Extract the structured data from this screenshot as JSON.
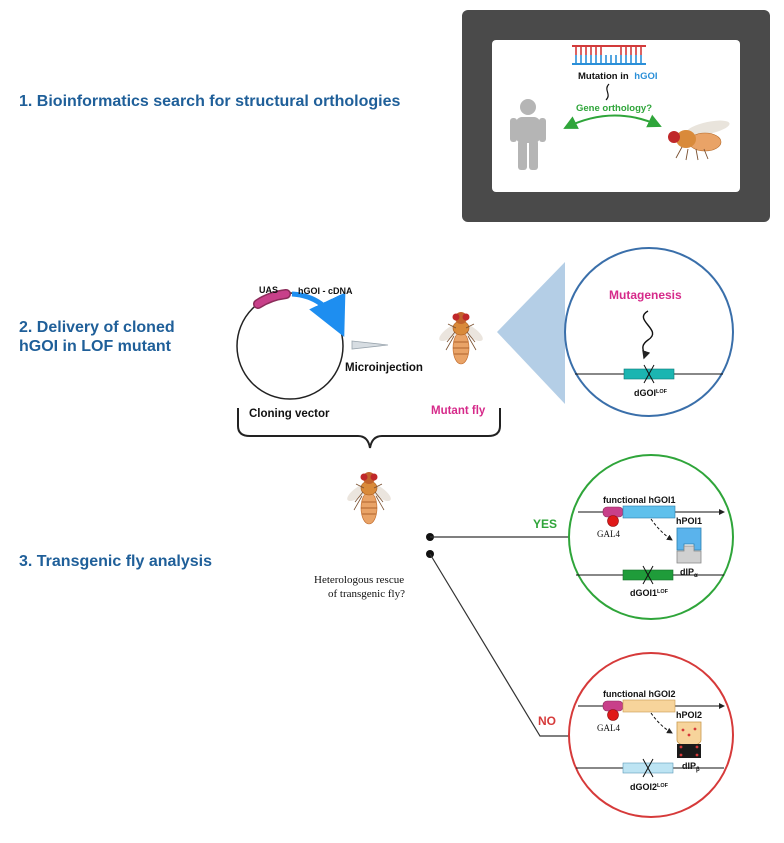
{
  "steps": {
    "s1": "1. Bioinformatics search for structural orthologies",
    "s2_line1": "2. Delivery of cloned",
    "s2_line2": "hGOI in LOF mutant",
    "s3": "3. Transgenic fly analysis"
  },
  "panel1": {
    "mutation_prefix": "Mutation in",
    "mutation_gene": "hGOI",
    "question": "Gene orthology?"
  },
  "panel2": {
    "uas": "UAS",
    "cdna": "hGOI - cDNA",
    "microinjection": "Microinjection",
    "cloning_vector": "Cloning vector",
    "mutant_fly": "Mutant fly",
    "mutagenesis": "Mutagenesis",
    "dgoi": "dGOI",
    "dgoi_sup": "LOF"
  },
  "panel3": {
    "rescue_line1": "Heterologous rescue",
    "rescue_line2": "of transgenic fly?",
    "yes": "YES",
    "no": "NO",
    "yes_box": {
      "functional": "functional hGOI1",
      "gal4": "GAL4",
      "hpoi": "hPOI1",
      "dip": "dIP",
      "dip_sub": "α",
      "dgoi": "dGOI1",
      "dgoi_sup": "LOF"
    },
    "no_box": {
      "functional": "functional hGOI2",
      "gal4": "GAL4",
      "hpoi": "hPOI2",
      "dip": "dIP",
      "dip_sub": "β",
      "dgoi": "dGOI2",
      "dgoi_sup": "LOF"
    }
  },
  "colors": {
    "title_blue": "#1f5f99",
    "magenta": "#d62a8a",
    "green": "#2fa53a",
    "red": "#d63a3a",
    "teal": "#1bb5b1",
    "cyan_gene": "#5fc0ec",
    "peach_gene": "#f7d49b",
    "circle_blue": "#3a6faa",
    "dark_panel": "#4a4a4a"
  }
}
